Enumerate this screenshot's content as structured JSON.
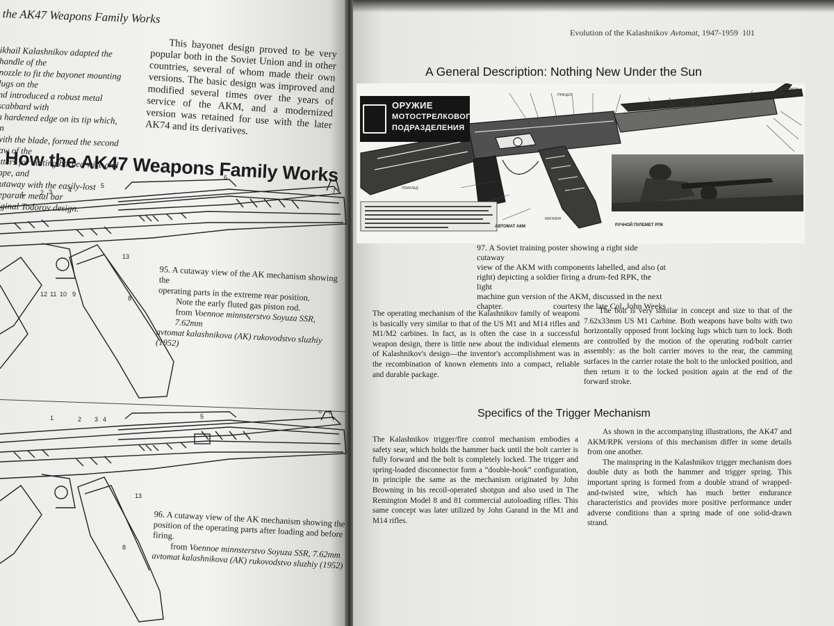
{
  "left_page": {
    "running_head": "the AK47 Weapons Family Works",
    "col1_lines": [
      "ikhail Kalashnikov adapted the handle of the",
      "nozzle to fit the bayonet mounting lugs on the",
      "nd introduced a robust metal scabbard with",
      "a hardened edge on its tip which, in",
      "with the blade, formed the second jaw of the",
      "utters for cutting barbed wire and tape, and",
      "cutaway with the easily-lost separate metal bar",
      "riginal Todorov design."
    ],
    "col2_text": "This bayonet design proved to be very popular both in the Soviet Union and in other countries, several of whom made their own versions. The basic design was improved and modified several times over the years of service of the AKM, and a modernized version was retained for use with the later AK74 and its derivatives.",
    "section_title": "How the AK47 Weapons Family Works",
    "fig95": {
      "caption_line1": "95. A cutaway view of the AK mechanism showing the",
      "caption_line2": "operating parts in the extreme rear position.",
      "caption_line3": "Note the early fluted gas piston rod.",
      "source_prefix": "from ",
      "source_line1": "Voennoe minnsterstvo Soyuza SSR, 7.62mm",
      "source_line2": "avtomat kalashnikova (AK) rukovodstvo sluzhiy (1952)",
      "part_numbers": [
        "1",
        "2",
        "3",
        "4",
        "5",
        "6",
        "7",
        "8",
        "9",
        "10",
        "11",
        "12",
        "13"
      ]
    },
    "fig96": {
      "caption_line1": "96. A cutaway view of the AK mechanism showing the",
      "caption_line2": "position of the operating parts after loading and before",
      "caption_line3": "firing.",
      "source_prefix": "from ",
      "source_line1": "Voennoe minnsterstvo Soyuza SSR, 7.62mm",
      "source_line2": "avtomat kalashnikova (AK) rukovodstvo sluzhiy (1952)",
      "part_numbers": [
        "1",
        "2",
        "3",
        "4",
        "5",
        "6",
        "7",
        "8",
        "13"
      ]
    }
  },
  "right_page": {
    "running_head_prefix": "Evolution of the Kalashnikov ",
    "running_head_italic": "Avtomat",
    "running_head_suffix": ", 1947-1959",
    "page_number": "101",
    "section_title": "A General Description: Nothing New Under the Sun",
    "poster": {
      "title_line1": "ОРУЖИЕ",
      "title_line2": "МОТОСТРЕЛКОВОГО",
      "title_line3": "ПОДРАЗДЕЛЕНИЯ",
      "label_akm": "АВТОМАТ АКМ",
      "label_rpk": "РУЧНОЙ ПУЛЕМЕТ РПК",
      "label_cutaway": "ПРИКЛАД",
      "label_magazine": "МАГАЗИН",
      "label_bayonet": "ШТЫК-НОЖ",
      "label_sight": "ПРИЦЕЛ",
      "label_stock": "ПРИКЛАД"
    },
    "fig97": {
      "line1": "97. A Soviet training poster showing a right side cutaway",
      "line2": "view of the AKM with components labelled, and also (at",
      "line3": "right) depicting a soldier firing a drum-fed RPK, the light",
      "line4": "machine gun version of the AKM, discussed in the next",
      "line5": "chapter.",
      "credit": "courtesy the late Col. John Weeks"
    },
    "body_left": "The operating mechanism of the Kalashnikov family of weapons is basically very similar to that of the US M1 and M14 rifles and M1/M2 carbines. In fact, as is often the case in a successful weapon design, there is little new about the individual elements of Kalashnikov's design—the inventor's accomplishment was in the recombination of known elements into a compact, reliable and durable package.",
    "body_right": "The bolt is very similar in concept and size to that of the 7.62x33mm US M1 Carbine. Both weapons have bolts with two horizontally opposed front locking lugs which turn to lock. Both are controlled by the motion of the operating rod/bolt carrier assembly: as the bolt carrier moves to the rear, the camming surfaces in the carrier rotate the bolt to the unlocked position, and then return it to the locked position again at the end of the forward stroke.",
    "section_title2": "Specifics of the Trigger Mechanism",
    "trigger_left": "The Kalashnikov trigger/fire control mechanism embodies a safety sear, which holds the hammer back until the bolt carrier is fully forward and the bolt is completely locked. The trigger and spring-loaded disconnector form a “double-hook” configuration, in principle the same as the mechanism originated by John Browning in his recoil-operated shotgun and also used in The Remington Model 8 and 81 commercial autoloading rifles. This same concept was later utilized by John Garand in the M1 and M14 rifles.",
    "trigger_right_p1": "As shown in the accompanying illustrations, the AK47 and AKM/RPK versions of this mechanism differ in some details from one another.",
    "trigger_right_p2": "The mainspring in the Kalashnikov trigger mechanism does double duty as both the hammer and trigger spring. This important spring is formed from a double strand of wrapped-and-twisted wire, which has much better endurance characteristics and provides more positive performance under adverse conditions than a spring made of one solid-drawn strand."
  }
}
